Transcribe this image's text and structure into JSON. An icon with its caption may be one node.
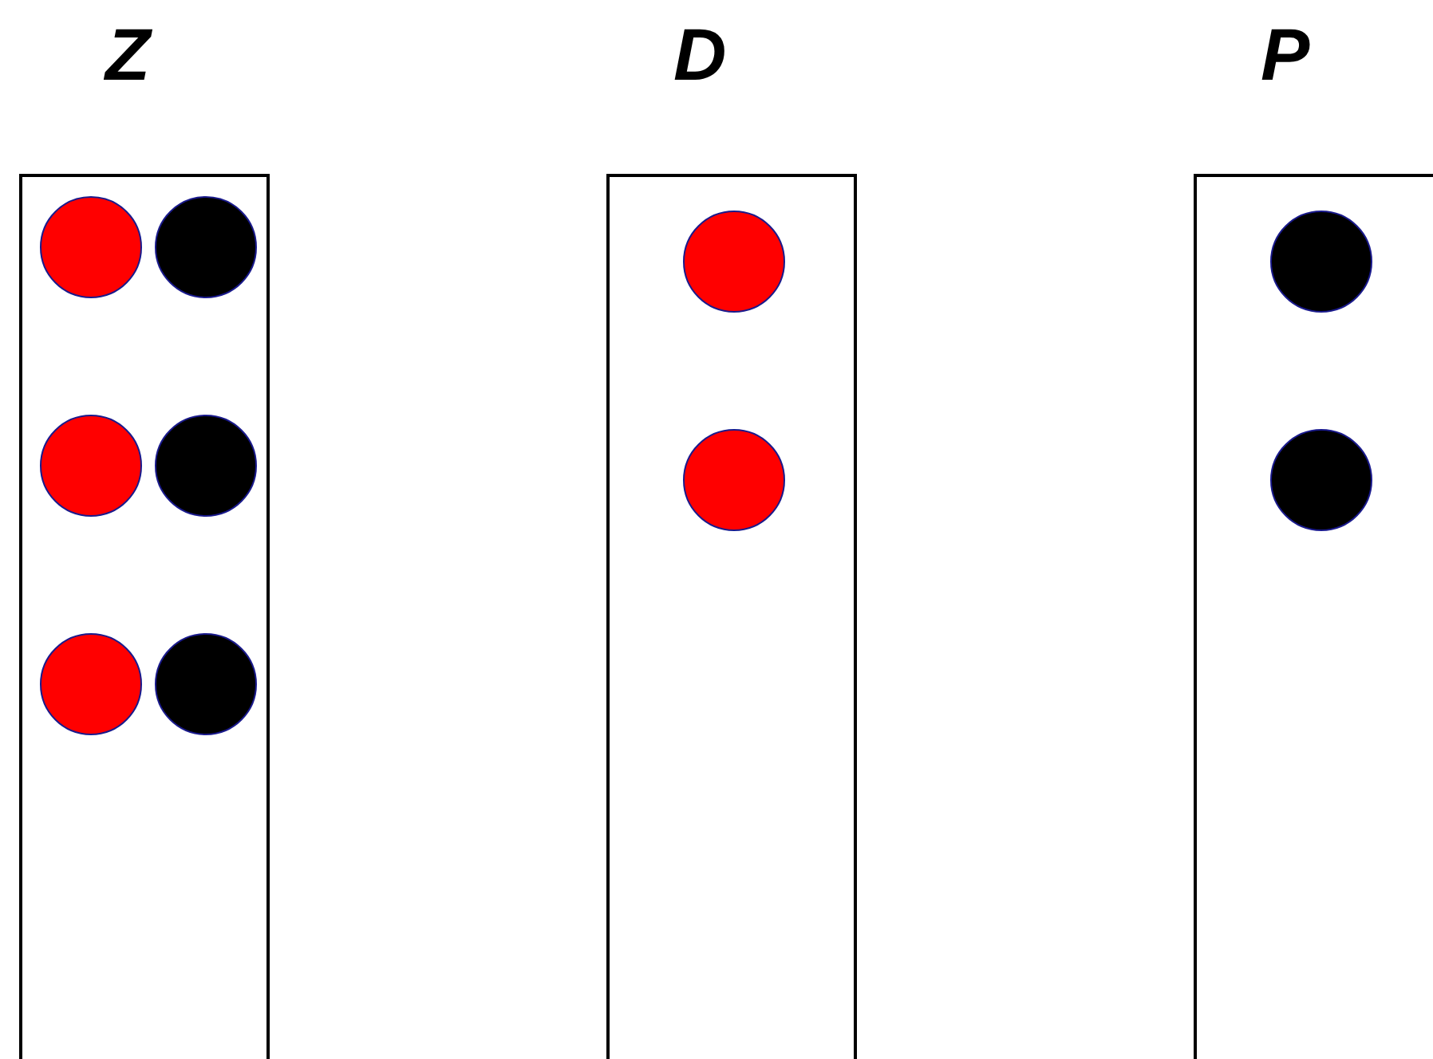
{
  "diagram": {
    "nodes": [
      {
        "text": [
          "Z"
        ]
      },
      {
        "text": [],
        "shape": "circle",
        "in": 0
      },
      {
        "text": [],
        "shape": "circle",
        "in": 0
      },
      {
        "text": [],
        "shape": "circle",
        "in": 0
      },
      {
        "text": [],
        "shape": "circle",
        "in": 0
      },
      {
        "text": [],
        "shape": "circle",
        "in": 0
      },
      {
        "text": [],
        "shape": "circle",
        "in": 0
      },
      {
        "text": [
          "D"
        ]
      },
      {
        "text": [],
        "shape": "circle",
        "in": 7
      },
      {
        "text": [],
        "shape": "circle",
        "in": 7
      },
      {
        "text": [
          "P"
        ]
      },
      {
        "text": [],
        "shape": "circle",
        "in": 10
      },
      {
        "text": [],
        "shape": "circle",
        "in": 10
      }
    ]
  }
}
